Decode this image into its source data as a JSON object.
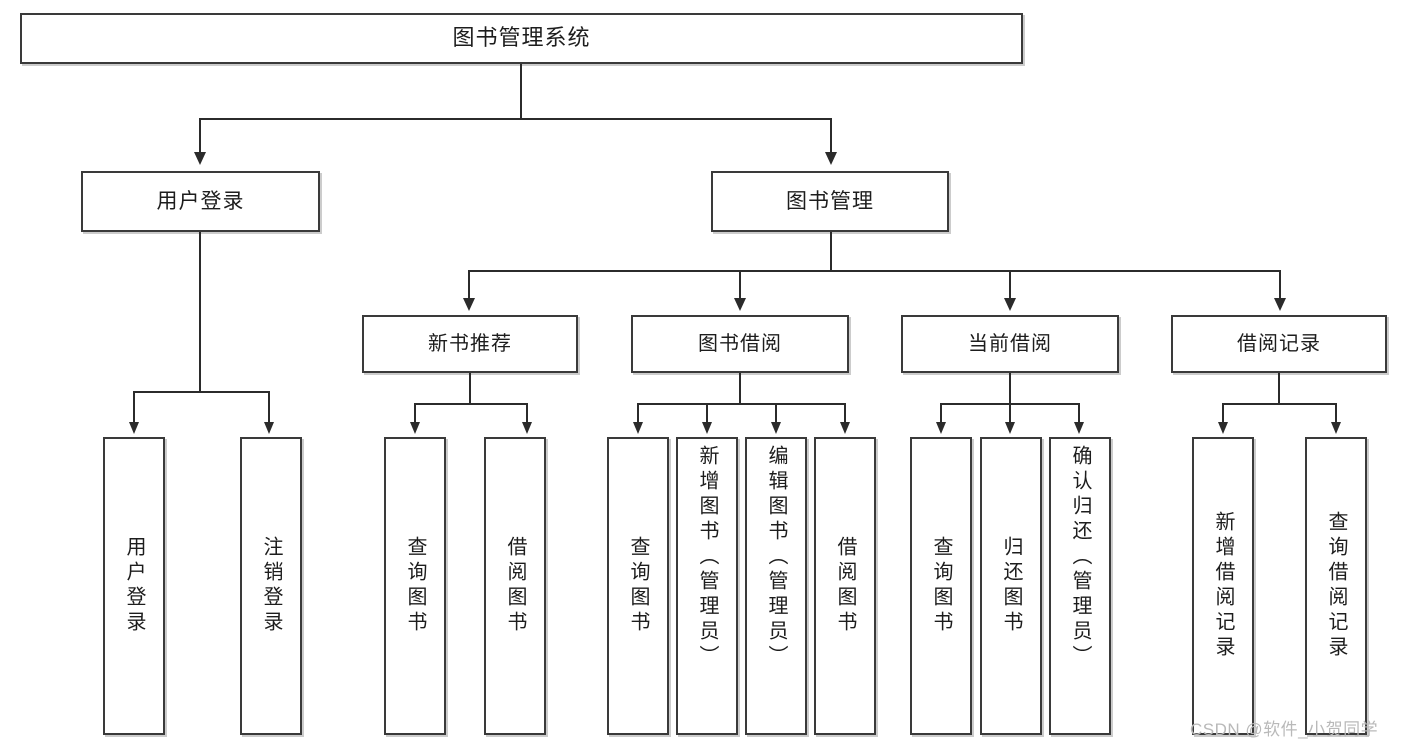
{
  "diagram": {
    "type": "tree-hierarchy",
    "title": "图书管理系统",
    "root": {
      "label": "图书管理系统"
    },
    "level2": [
      {
        "label": "用户登录"
      },
      {
        "label": "图书管理"
      }
    ],
    "level3": [
      {
        "label": "新书推荐"
      },
      {
        "label": "图书借阅"
      },
      {
        "label": "当前借阅"
      },
      {
        "label": "借阅记录"
      }
    ],
    "leaves": {
      "user_login": [
        {
          "label": "用户登录"
        },
        {
          "label": "注销登录"
        }
      ],
      "new_book_recommend": [
        {
          "label": "查询图书"
        },
        {
          "label": "借阅图书"
        }
      ],
      "book_borrow": [
        {
          "label": "查询图书"
        },
        {
          "label": "新增图书（管理员）"
        },
        {
          "label": "编辑图书（管理员）"
        },
        {
          "label": "借阅图书"
        }
      ],
      "current_borrow": [
        {
          "label": "查询图书"
        },
        {
          "label": "归还图书"
        },
        {
          "label": "确认归还（管理员）"
        }
      ],
      "borrow_record": [
        {
          "label": "新增借阅记录"
        },
        {
          "label": "查询借阅记录"
        }
      ]
    }
  },
  "watermark": {
    "text": "CSDN @软件_小贺同学"
  },
  "colors": {
    "box_border": "#3a3a3a",
    "line": "#2b2b2b",
    "background": "#ffffff",
    "text": "#1d1d1d",
    "watermark": "#b9b9b9"
  }
}
